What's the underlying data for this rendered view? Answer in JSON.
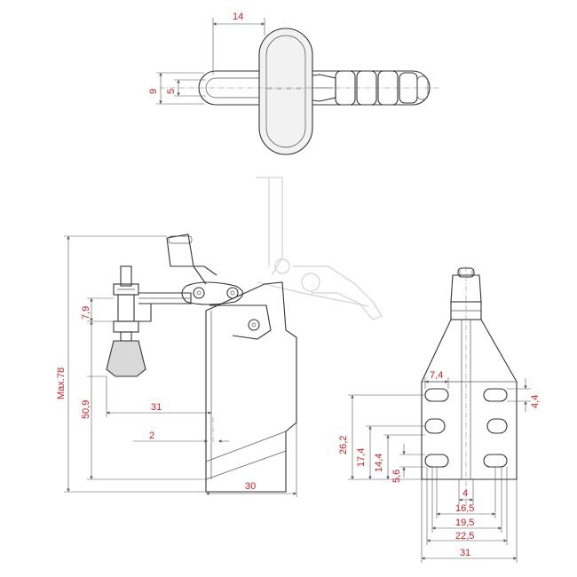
{
  "dimensions": {
    "top_view": {
      "width_14": "14",
      "height_9": "9",
      "height_5": "5"
    },
    "side_view": {
      "max_height": "Max.78",
      "spindle_offset": "7,9",
      "height_509": "50,9",
      "reach_31": "31",
      "spacing_2": "2",
      "base_30": "30"
    },
    "front_view": {
      "slot_74": "7,4",
      "slot_44": "4,4",
      "h_262": "26,2",
      "h_174": "17,4",
      "h_144": "14,4",
      "h_56": "5,6",
      "w_4": "4",
      "w_165": "16,5",
      "w_195": "19,5",
      "w_225": "22,5",
      "w_31": "31"
    }
  },
  "colors": {
    "dimension_text": "#cc1f1f",
    "line": "#333333",
    "ghost": "#d2d2d2"
  }
}
